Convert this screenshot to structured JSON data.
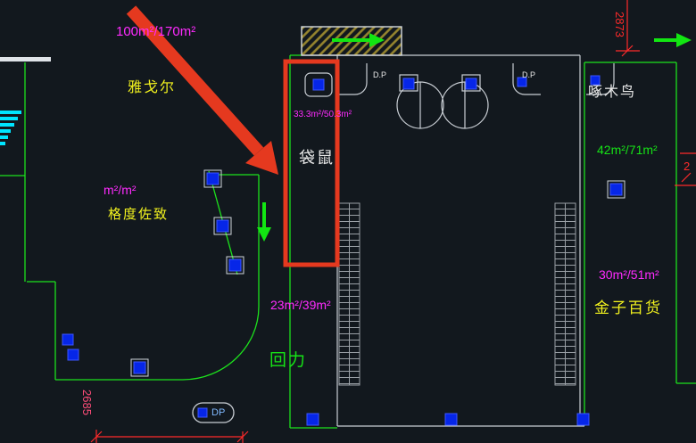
{
  "palette": {
    "background": "#12181e",
    "wall_green": "#1de21d",
    "structure_white": "#c9ced4",
    "text_magenta": "#ff2bff",
    "text_yellow": "#f2f21e",
    "text_green": "#16e316",
    "text_white": "#e8e8e8",
    "dim_red": "#ff2a2a",
    "dim_pink": "#ff4d79",
    "marker_blue": "#0626e8",
    "stair_cyan": "#00e5ff",
    "hatch_olive": "#96852e",
    "annotation_red": "#e5391f"
  },
  "stores": {
    "yageer": {
      "name": "雅戈尔",
      "area": "100m²/170m²"
    },
    "gedu": {
      "name": "格度佐致",
      "area": "m²/m²"
    },
    "daishu": {
      "name": "袋鼠",
      "area": "33.3m²/50.3m²"
    },
    "huili": {
      "name": "回力",
      "area": "23m²/39m²"
    },
    "zhuomuniao": {
      "name": "啄木鸟",
      "area": "42m²/71m²"
    },
    "jinzi": {
      "name": "金子百货",
      "area": "30m²/51m²"
    }
  },
  "door_labels": {
    "left": "D.P",
    "right": "D.P",
    "bottom": "DP"
  },
  "dimensions": {
    "top_right": "2873",
    "bottom_left": "2685",
    "right_edge": "2"
  },
  "icons": {
    "annotation_arrow": "large red callout arrow",
    "highlight_box": "red highlight rectangle",
    "entrance_hatch": "hatched entrance canopy",
    "revolving_doors": "twin revolving-door circles",
    "escalators": "two escalator ladder symbols",
    "flow_arrows": "green direction arrows",
    "stairs": "cyan stair-step symbol",
    "door_markers": "blue square door sensors"
  }
}
